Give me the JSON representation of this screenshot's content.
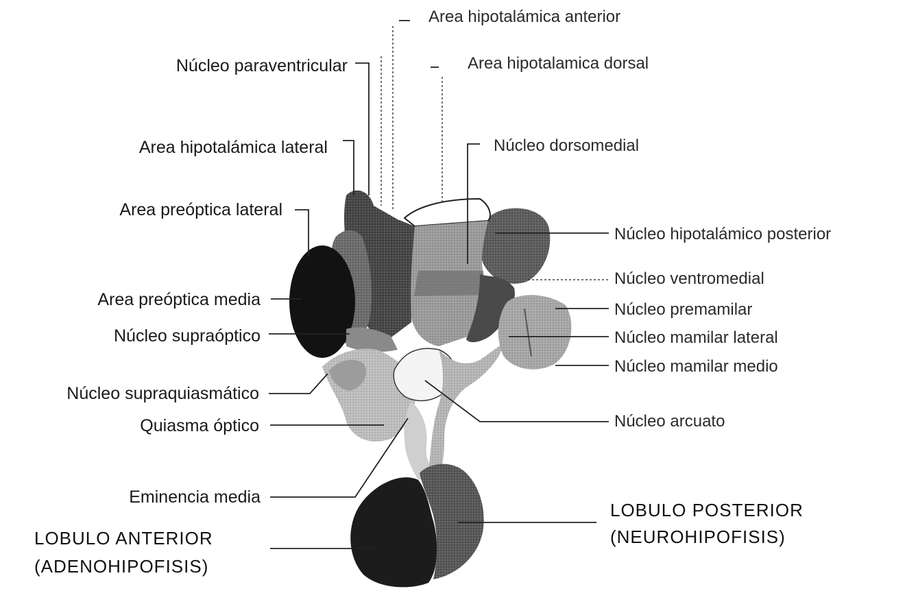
{
  "labels": {
    "area_hipotalamica_anterior": "Area hipotalámica anterior",
    "area_hipotalamica_dorsal": "Area hipotalamica dorsal",
    "nucleo_paraventricular": "Núcleo paraventricular",
    "area_hipotalamica_lateral": "Area hipotalámica lateral",
    "nucleo_dorsomedial": "Núcleo dorsomedial",
    "area_preoptica_lateral": "Area preóptica lateral",
    "nucleo_hipotalamico_posterior": "Núcleo hipotalámico posterior",
    "nucleo_ventromedial": "Núcleo ventromedial",
    "area_preoptica_media": "Area preóptica media",
    "nucleo_premamilar": "Núcleo premamilar",
    "nucleo_supraoptico": "Núcleo supraóptico",
    "nucleo_mamilar_lateral": "Núcleo mamilar lateral",
    "nucleo_mamilar_medio": "Núcleo mamilar medio",
    "nucleo_supraquiasmatico": "Núcleo supraquiasmático",
    "quiasma_optico": "Quiasma óptico",
    "nucleo_arcuato": "Núcleo arcuato",
    "eminencia_media": "Eminencia media",
    "lobulo_anterior_1": "LOBULO ANTERIOR",
    "lobulo_anterior_2": "(ADENOHIPOFISIS)",
    "lobulo_posterior_1": "LOBULO POSTERIOR",
    "lobulo_posterior_2": "(NEUROHIPOFISIS)"
  }
}
